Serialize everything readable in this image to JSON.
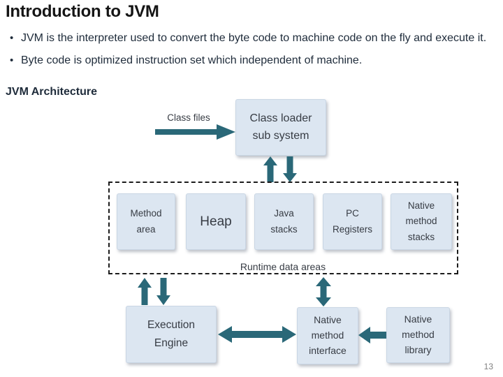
{
  "slide": {
    "title": "Introduction to JVM",
    "bullets": [
      "JVM is the interpreter used to convert the byte code to machine code on the fly and execute it.",
      "Byte code is optimized instruction set which independent of machine."
    ],
    "subheading": "JVM Architecture",
    "page_number": "13"
  },
  "diagram": {
    "class_files_label": "Class files",
    "class_loader_label": "Class loader sub system",
    "runtime_boxes": [
      "Method area",
      "Heap",
      "Java stacks",
      "PC Registers",
      "Native method stacks"
    ],
    "runtime_label": "Runtime data areas",
    "execution_engine_label": "Execution Engine",
    "native_method_interface_label": "Native method interface",
    "native_method_library_label": "Native method library"
  },
  "colors": {
    "accent_teal": "#2a6878",
    "box_fill": "#dce6f1",
    "box_border": "#c9d6e4",
    "box_text": "#373c44",
    "body_text": "#1e2b3a",
    "title_color": "#151515",
    "dashed_border": "#1c1c1c",
    "page_number_color": "#808080"
  }
}
